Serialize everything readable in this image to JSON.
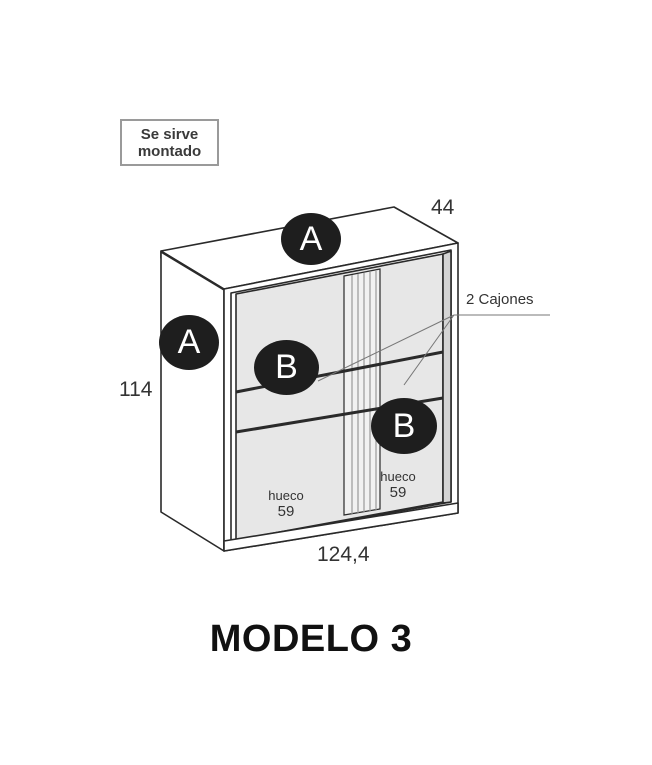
{
  "note": {
    "line1": "Se sirve",
    "line2": "montado"
  },
  "dimensions": {
    "depth": "44",
    "height": "114",
    "width": "124,4"
  },
  "callout": {
    "drawers": "2 Cajones"
  },
  "labels": {
    "a": "A",
    "b": "B"
  },
  "hueco_left": {
    "label": "hueco",
    "value": "59"
  },
  "hueco_right": {
    "label": "hueco",
    "value": "59"
  },
  "title": "MODELO 3",
  "colors": {
    "panel_fill": "#e7e7e7",
    "outline": "#2a2a2a",
    "label_fill": "#1e1e1e"
  }
}
